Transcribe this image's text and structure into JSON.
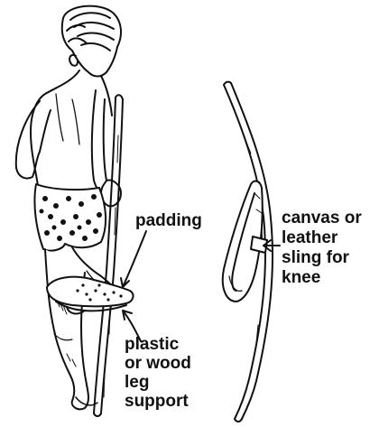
{
  "labels": {
    "padding": "padding",
    "support_line1": "plastic",
    "support_line2": "or wood",
    "support_line3": "leg",
    "support_line4": "support",
    "sling_line1": "canvas or",
    "sling_line2": "leather",
    "sling_line3": "sling for",
    "sling_line4": "knee"
  },
  "colors": {
    "ink": "#111111",
    "background": "#ffffff"
  }
}
